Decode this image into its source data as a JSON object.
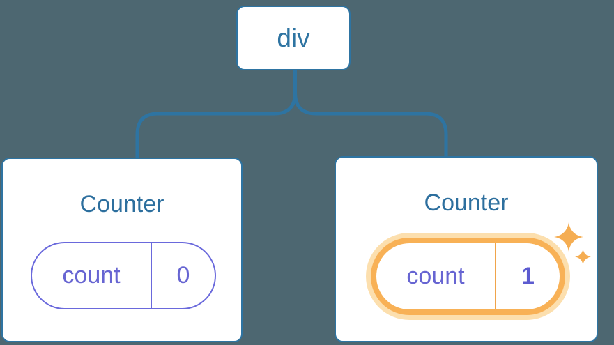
{
  "background": "#4d6771",
  "root_node": {
    "label": "div"
  },
  "connector": {
    "color": "#2e74a2",
    "stroke_width": 5
  },
  "cards": [
    {
      "title": "Counter",
      "state_pill": {
        "key": "count",
        "value": "0"
      },
      "highlighted": false
    },
    {
      "title": "Counter",
      "state_pill": {
        "key": "count",
        "value": "1"
      },
      "highlighted": true,
      "icons": [
        "sparkle-icon-large",
        "sparkle-icon-small"
      ]
    }
  ],
  "colors": {
    "node_border": "#2e74a2",
    "node_text": "#2e74a2",
    "title_text": "#2d6f9e",
    "pill_border": "#6a69dc",
    "pill_text": "#6765d2",
    "highlight_value_text": "#5c5bd0",
    "highlight_ring": "#f8b156",
    "highlight_glow": "#fcdfae",
    "highlight_divider": "#f0a44b",
    "sparkle": "#f5ad52",
    "card_background": "#ffffff"
  }
}
